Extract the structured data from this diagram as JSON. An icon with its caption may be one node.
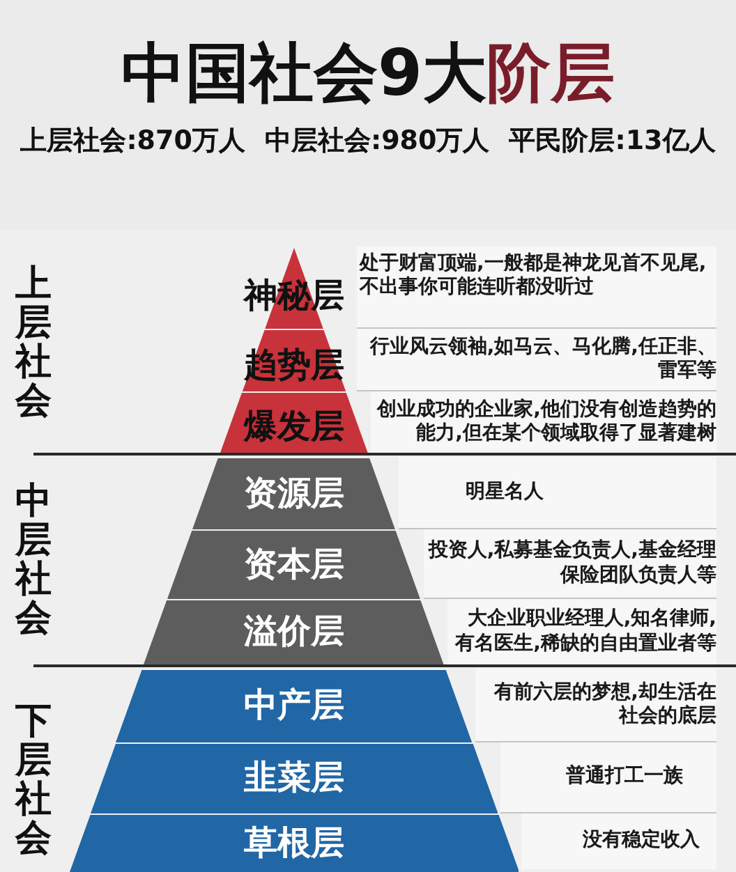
{
  "diagram": {
    "title": "中国社会9大阶层",
    "nodes": [
      {
        "text": [
          "上层社会"
        ]
      },
      {
        "text": [
          "神秘层"
        ],
        "in": 0,
        "beside": [
          "处于财富顶端,一般都是神龙见首不见尾,不出事你可能连听都没听过"
        ]
      },
      {
        "text": [
          "趋势层"
        ],
        "in": 0,
        "beside": [
          "行业风云领袖,如马云、马化腾,任正非、雷军等"
        ]
      },
      {
        "text": [
          "爆发层"
        ],
        "in": 0,
        "beside": [
          "创业成功的企业家,他们没有创造趋势的能力,但在某个领域取得了显著建树"
        ]
      },
      {
        "text": [
          "中层社会"
        ]
      },
      {
        "text": [
          "资源层"
        ],
        "in": 4,
        "beside": [
          "明星名人"
        ]
      },
      {
        "text": [
          "资本层"
        ],
        "in": 4,
        "beside": [
          "投资人,私募基金负责人,基金经理保险团队负责人等"
        ]
      },
      {
        "text": [
          "溢价层"
        ],
        "in": 4,
        "beside": [
          "大企业职业经理人,知名律师,有名医生,稀缺的自由置业者等"
        ]
      },
      {
        "text": [
          "下层社会"
        ]
      },
      {
        "text": [
          "中产层"
        ],
        "in": 8,
        "beside": [
          "有前六层的梦想,却生活在社会的底层"
        ]
      },
      {
        "text": [
          "韭菜层"
        ],
        "in": 8,
        "beside": [
          "普通打工一族"
        ]
      },
      {
        "text": [
          "草根层"
        ],
        "in": 8,
        "beside": [
          "没有稳定收入"
        ]
      }
    ],
    "labels": [
      "上层社会:870万人",
      "中层社会:980万人",
      "平民阶层:13亿人"
    ]
  }
}
